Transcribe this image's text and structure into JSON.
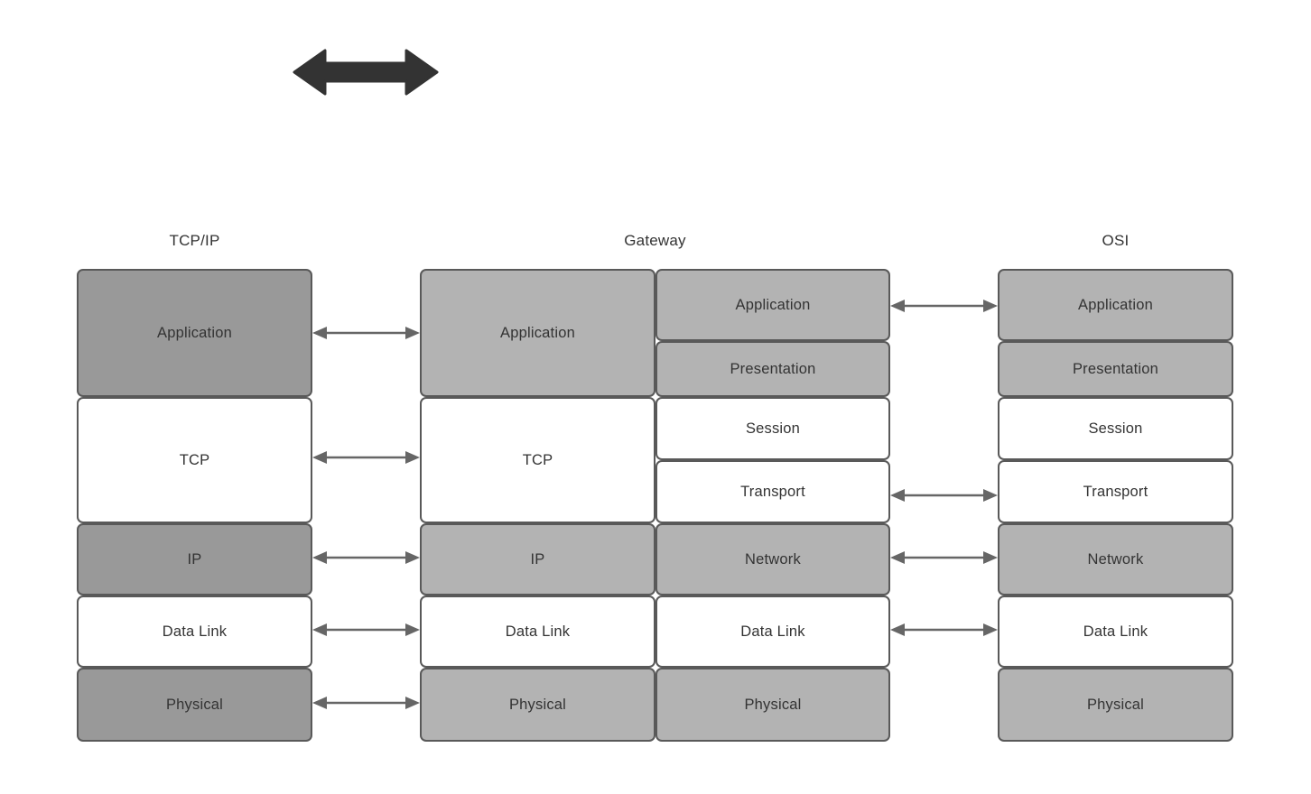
{
  "diagram": {
    "title_bar_icon": "double-headed-arrow-icon",
    "colors": {
      "stroke": "#595959",
      "fill_dark_gray": "#999999",
      "fill_mid_gray": "#b3b3b3",
      "fill_white": "#ffffff",
      "text": "#333333",
      "arrow_dark": "#333333",
      "arrow_gray": "#666666"
    },
    "columns": [
      {
        "id": "tcpip",
        "title": "TCP/IP",
        "layers": [
          {
            "label": "Application",
            "fill": "fill-dark"
          },
          {
            "label": "TCP",
            "fill": "fill-white"
          },
          {
            "label": "IP",
            "fill": "fill-dark"
          },
          {
            "label": "Data Link",
            "fill": "fill-white"
          },
          {
            "label": "Physical",
            "fill": "fill-dark"
          }
        ]
      },
      {
        "id": "gateway",
        "title": "Gateway",
        "left_layers": [
          {
            "label": "Application",
            "fill": "fill-mid"
          },
          {
            "label": "TCP",
            "fill": "fill-white"
          },
          {
            "label": "IP",
            "fill": "fill-mid"
          },
          {
            "label": "Data Link",
            "fill": "fill-white"
          },
          {
            "label": "Physical",
            "fill": "fill-mid"
          }
        ],
        "right_layers": [
          {
            "label": "Application",
            "fill": "fill-mid"
          },
          {
            "label": "Presentation",
            "fill": "fill-mid"
          },
          {
            "label": "Session",
            "fill": "fill-white"
          },
          {
            "label": "Transport",
            "fill": "fill-white"
          },
          {
            "label": "Network",
            "fill": "fill-mid"
          },
          {
            "label": "Data Link",
            "fill": "fill-white"
          },
          {
            "label": "Physical",
            "fill": "fill-mid"
          }
        ]
      },
      {
        "id": "osi",
        "title": "OSI",
        "layers": [
          {
            "label": "Application",
            "fill": "fill-mid"
          },
          {
            "label": "Presentation",
            "fill": "fill-mid"
          },
          {
            "label": "Session",
            "fill": "fill-white"
          },
          {
            "label": "Transport",
            "fill": "fill-white"
          },
          {
            "label": "Network",
            "fill": "fill-mid"
          },
          {
            "label": "Data Link",
            "fill": "fill-white"
          },
          {
            "label": "Physical",
            "fill": "fill-mid"
          }
        ]
      }
    ],
    "connectors_left": [
      {
        "pairs": "Application ↔ Application"
      },
      {
        "pairs": "TCP ↔ TCP"
      },
      {
        "pairs": "IP ↔ IP"
      },
      {
        "pairs": "Data Link ↔ Data Link"
      },
      {
        "pairs": "Physical ↔ Physical"
      }
    ],
    "connectors_right": [
      {
        "pairs": "Application ↔ Application"
      },
      {
        "pairs": "Transport ↔ Transport"
      },
      {
        "pairs": "Network ↔ Network"
      },
      {
        "pairs": "Data Link ↔ Data Link"
      }
    ]
  }
}
